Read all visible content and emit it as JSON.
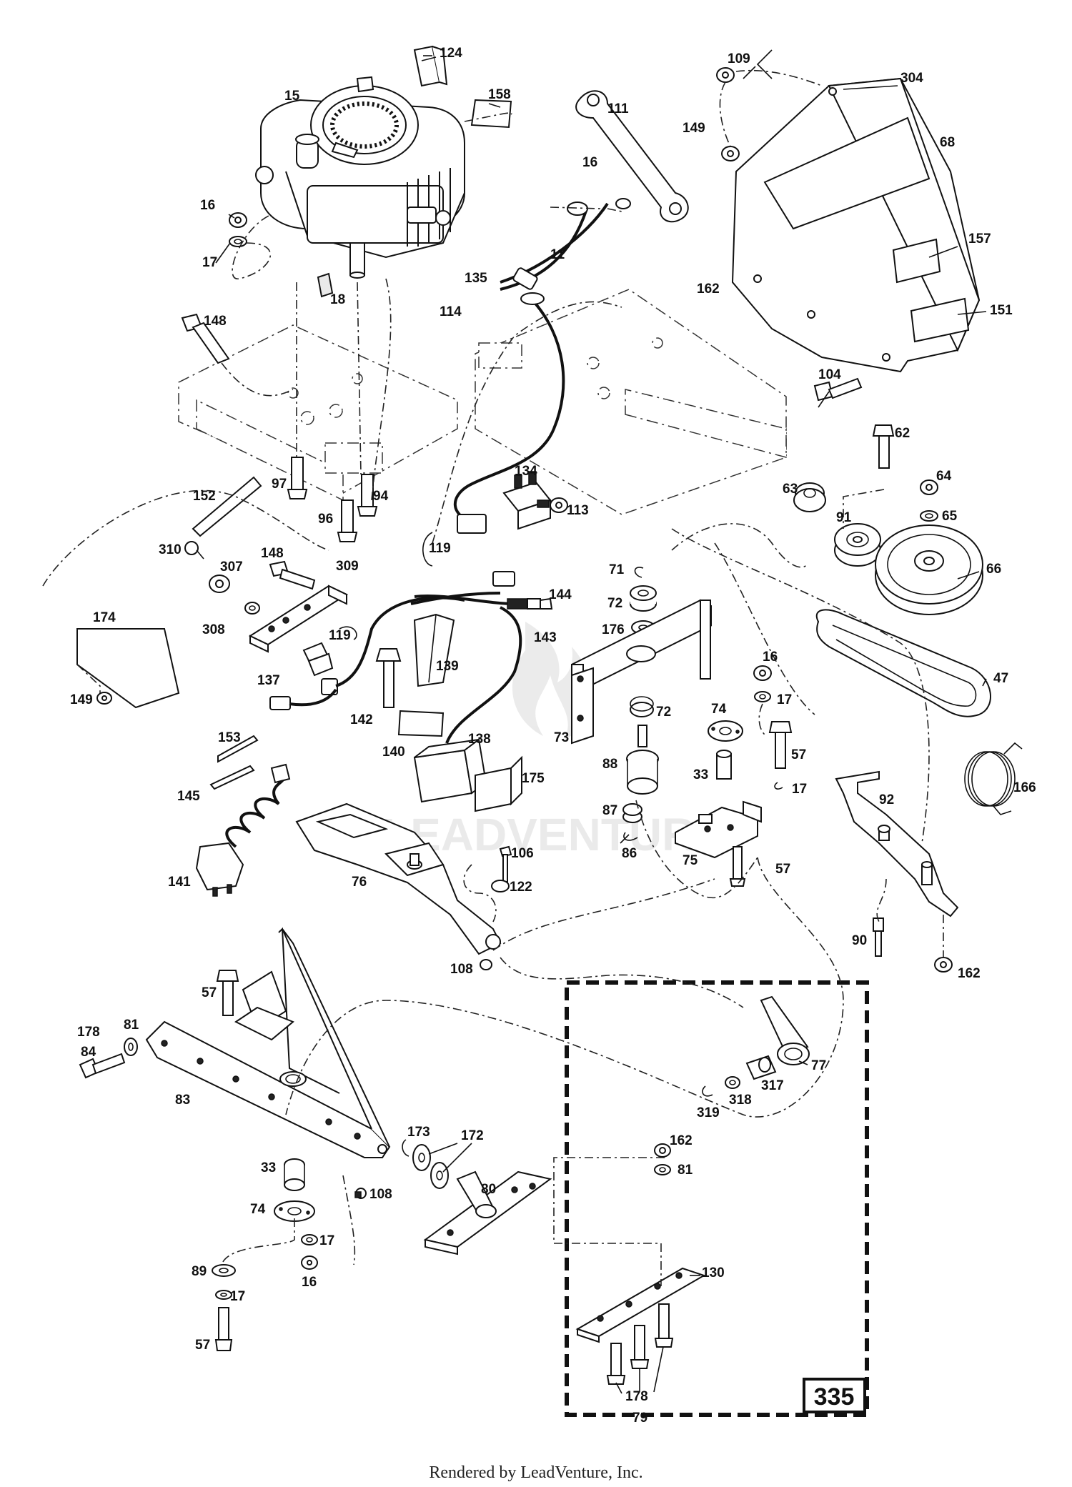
{
  "diagram": {
    "parts": [
      {
        "id": "p15",
        "text": "15"
      },
      {
        "id": "p124",
        "text": "124"
      },
      {
        "id": "p158",
        "text": "158"
      },
      {
        "id": "p16a",
        "text": "16"
      },
      {
        "id": "p17a",
        "text": "17"
      },
      {
        "id": "p18",
        "text": "18"
      },
      {
        "id": "p148a",
        "text": "148"
      },
      {
        "id": "p97",
        "text": "97"
      },
      {
        "id": "p96",
        "text": "96"
      },
      {
        "id": "p94",
        "text": "94"
      },
      {
        "id": "p152",
        "text": "152"
      },
      {
        "id": "p310",
        "text": "310"
      },
      {
        "id": "p307",
        "text": "307"
      },
      {
        "id": "p308",
        "text": "308"
      },
      {
        "id": "p148b",
        "text": "148"
      },
      {
        "id": "p309",
        "text": "309"
      },
      {
        "id": "p174",
        "text": "174"
      },
      {
        "id": "p149a",
        "text": "149"
      },
      {
        "id": "p137",
        "text": "137"
      },
      {
        "id": "p119a",
        "text": "119"
      },
      {
        "id": "p119b",
        "text": "119"
      },
      {
        "id": "p153",
        "text": "153"
      },
      {
        "id": "p145",
        "text": "145"
      },
      {
        "id": "p141",
        "text": "141"
      },
      {
        "id": "p111",
        "text": "111"
      },
      {
        "id": "p16b",
        "text": "16"
      },
      {
        "id": "p11",
        "text": "11"
      },
      {
        "id": "p135",
        "text": "135"
      },
      {
        "id": "p114",
        "text": "114"
      },
      {
        "id": "p162a",
        "text": "162"
      },
      {
        "id": "p134",
        "text": "134"
      },
      {
        "id": "p113",
        "text": "113"
      },
      {
        "id": "p144",
        "text": "144"
      },
      {
        "id": "p143",
        "text": "143"
      },
      {
        "id": "p139",
        "text": "139"
      },
      {
        "id": "p142",
        "text": "142"
      },
      {
        "id": "p140",
        "text": "140"
      },
      {
        "id": "p138",
        "text": "138"
      },
      {
        "id": "p175",
        "text": "175"
      },
      {
        "id": "p109",
        "text": "109"
      },
      {
        "id": "p149b",
        "text": "149"
      },
      {
        "id": "p304",
        "text": "304"
      },
      {
        "id": "p68",
        "text": "68"
      },
      {
        "id": "p157",
        "text": "157"
      },
      {
        "id": "p151",
        "text": "151"
      },
      {
        "id": "p104",
        "text": "104"
      },
      {
        "id": "p62",
        "text": "62"
      },
      {
        "id": "p63",
        "text": "63"
      },
      {
        "id": "p64",
        "text": "64"
      },
      {
        "id": "p65",
        "text": "65"
      },
      {
        "id": "p91",
        "text": "91"
      },
      {
        "id": "p66",
        "text": "66"
      },
      {
        "id": "p47",
        "text": "47"
      },
      {
        "id": "p71",
        "text": "71"
      },
      {
        "id": "p72a",
        "text": "72"
      },
      {
        "id": "p176",
        "text": "176"
      },
      {
        "id": "p72b",
        "text": "72"
      },
      {
        "id": "p73",
        "text": "73"
      },
      {
        "id": "p88",
        "text": "88"
      },
      {
        "id": "p87",
        "text": "87"
      },
      {
        "id": "p86",
        "text": "86"
      },
      {
        "id": "p74a",
        "text": "74"
      },
      {
        "id": "p33a",
        "text": "33"
      },
      {
        "id": "p16c",
        "text": "16"
      },
      {
        "id": "p17b",
        "text": "17"
      },
      {
        "id": "p57a",
        "text": "57"
      },
      {
        "id": "p17c",
        "text": "17"
      },
      {
        "id": "p75",
        "text": "75"
      },
      {
        "id": "p57b",
        "text": "57"
      },
      {
        "id": "p166",
        "text": "166"
      },
      {
        "id": "p92",
        "text": "92"
      },
      {
        "id": "p90",
        "text": "90"
      },
      {
        "id": "p162b",
        "text": "162"
      },
      {
        "id": "p76",
        "text": "76"
      },
      {
        "id": "p106",
        "text": "106"
      },
      {
        "id": "p122",
        "text": "122"
      },
      {
        "id": "p108a",
        "text": "108"
      },
      {
        "id": "p57c",
        "text": "57"
      },
      {
        "id": "p178a",
        "text": "178"
      },
      {
        "id": "p81a",
        "text": "81"
      },
      {
        "id": "p84",
        "text": "84"
      },
      {
        "id": "p83",
        "text": "83"
      },
      {
        "id": "p33b",
        "text": "33"
      },
      {
        "id": "p108b",
        "text": "108"
      },
      {
        "id": "p74b",
        "text": "74"
      },
      {
        "id": "p17d",
        "text": "17"
      },
      {
        "id": "p89",
        "text": "89"
      },
      {
        "id": "p16d",
        "text": "16"
      },
      {
        "id": "p17e",
        "text": "17"
      },
      {
        "id": "p57d",
        "text": "57"
      },
      {
        "id": "p173",
        "text": "173"
      },
      {
        "id": "p172",
        "text": "172"
      },
      {
        "id": "p80",
        "text": "80"
      },
      {
        "id": "p162c",
        "text": "162"
      },
      {
        "id": "p81b",
        "text": "81"
      },
      {
        "id": "p77",
        "text": "77"
      },
      {
        "id": "p317",
        "text": "317"
      },
      {
        "id": "p318",
        "text": "318"
      },
      {
        "id": "p319",
        "text": "319"
      },
      {
        "id": "p130",
        "text": "130"
      },
      {
        "id": "p178b",
        "text": "178"
      },
      {
        "id": "p79",
        "text": "79"
      }
    ],
    "kit_badge": "335",
    "watermark": "LEADVENTURE"
  },
  "footer": {
    "text": "Rendered by LeadVenture, Inc."
  }
}
